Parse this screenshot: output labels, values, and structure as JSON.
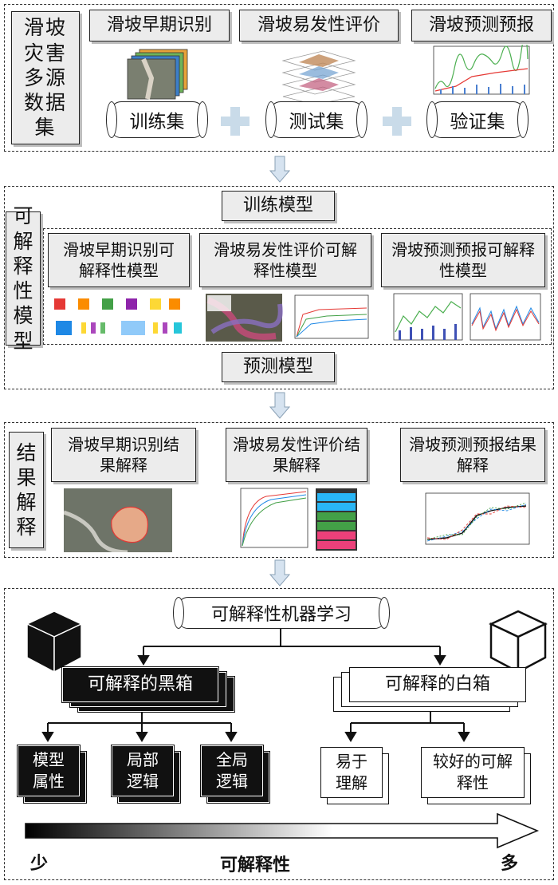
{
  "section1": {
    "side_title": "滑坡灾害多源数据集",
    "head1": "滑坡早期识别",
    "head2": "滑坡易发性评价",
    "head3": "滑坡预测预报",
    "set1": "训练集",
    "set2": "测试集",
    "set3": "验证集"
  },
  "section2": {
    "side_title": "可解释性模型",
    "train": "训练模型",
    "m1": "滑坡早期识别可解释性模型",
    "m2": "滑坡易发性评价可解释性模型",
    "m3": "滑坡预测预报可解释性模型",
    "predict": "预测模型"
  },
  "section3": {
    "side_title": "结果解释",
    "r1": "滑坡早期识别结果解释",
    "r2": "滑坡易发性评价结果解释",
    "r3": "滑坡预测预报结果解释"
  },
  "section4": {
    "top": "可解释性机器学习",
    "black": "可解释的黑箱",
    "white": "可解释的白箱",
    "b1": "模型属性",
    "b2": "局部逻辑",
    "b3": "全局逻辑",
    "w1": "易于理解",
    "w2": "较好的可解释性",
    "axis_left": "少",
    "axis_mid": "可解释性",
    "axis_right": "多"
  },
  "colors": {
    "arrow_fill": "#d6e3f0",
    "plus": "#c9dbe9",
    "gray_box": "#ececec"
  }
}
